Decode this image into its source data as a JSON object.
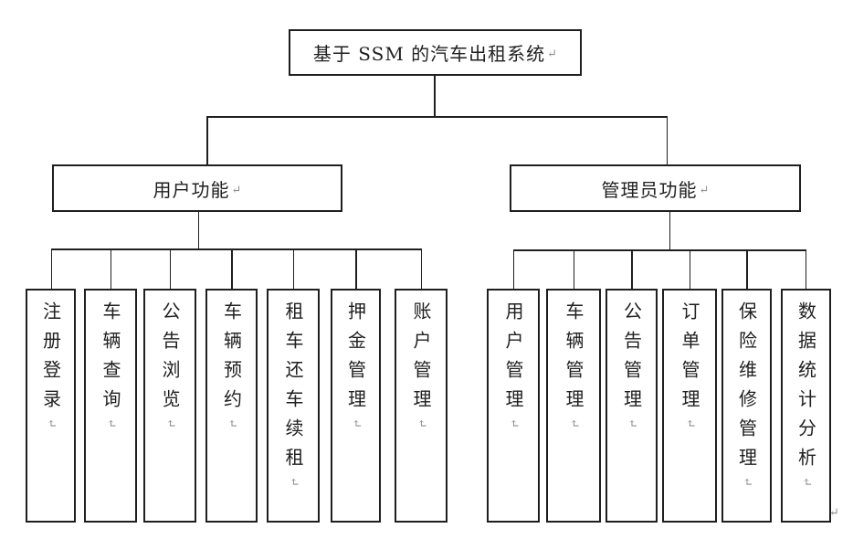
{
  "diagram": {
    "title": "基于 SSM 的汽车出租系统",
    "branches": [
      {
        "label": "用户功能",
        "children": [
          "注册登录",
          "车辆查询",
          "公告浏览",
          "车辆预约",
          "租车还车续租",
          "押金管理",
          "账户管理"
        ]
      },
      {
        "label": "管理员功能",
        "children": [
          "用户管理",
          "车辆管理",
          "公告管理",
          "订单管理",
          "保险维修管理",
          "数据统计分析"
        ]
      }
    ]
  },
  "marks": {
    "paragraph_mark": "↵"
  },
  "colors": {
    "line": "#1f1f1f",
    "background": "#ffffff",
    "mark_gray": "#8f8f8f"
  }
}
